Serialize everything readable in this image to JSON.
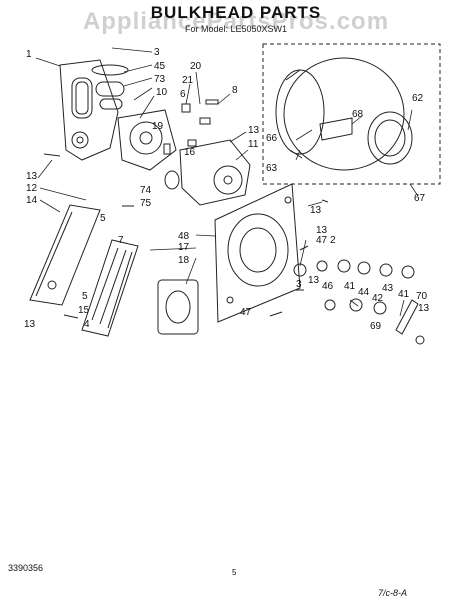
{
  "header": {
    "title": "BULKHEAD PARTS",
    "subtitle": "For Model: LE5050XSW1",
    "watermark": "AppliancePartsPros.com"
  },
  "callouts": [
    "1",
    "3",
    "45",
    "73",
    "10",
    "20",
    "21",
    "6",
    "8",
    "19",
    "16",
    "11",
    "13",
    "74",
    "75",
    "13",
    "12",
    "14",
    "5",
    "7",
    "17",
    "18",
    "48",
    "13",
    "47",
    "2",
    "3",
    "46",
    "41",
    "44",
    "42",
    "43",
    "41",
    "70",
    "13",
    "69",
    "47",
    "5",
    "15",
    "13",
    "4",
    "13",
    "68",
    "62",
    "66",
    "63",
    "67",
    "13"
  ],
  "footer": {
    "code": "3390356",
    "page": "5",
    "ref": "7/c-8-A"
  }
}
